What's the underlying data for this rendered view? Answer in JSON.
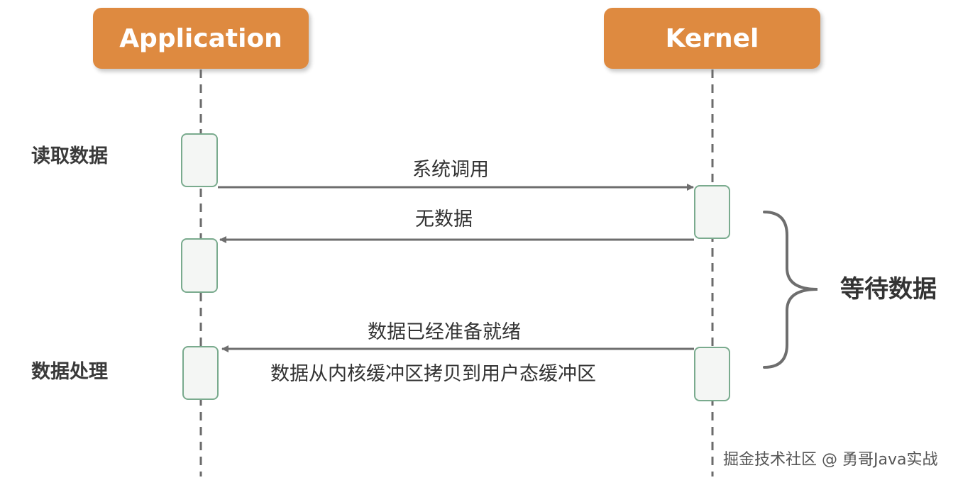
{
  "actors": {
    "application": "Application",
    "kernel": "Kernel"
  },
  "side_labels": {
    "read_data": "读取数据",
    "process_data": "数据处理"
  },
  "messages": {
    "system_call": "系统调用",
    "no_data": "无数据",
    "data_ready": "数据已经准备就绪",
    "copy_data": "数据从内核缓冲区拷贝到用户态缓冲区"
  },
  "brace_label": "等待数据",
  "watermark": "掘金技术社区 @ 勇哥Java实战",
  "colors": {
    "actor_fill": "#de8a40",
    "lifeline": "#6b6b6b",
    "activation_border": "#7aab8e",
    "activation_fill": "#f4f6f4",
    "arrow": "#6e6e6e",
    "brace": "#6e6e6e"
  }
}
